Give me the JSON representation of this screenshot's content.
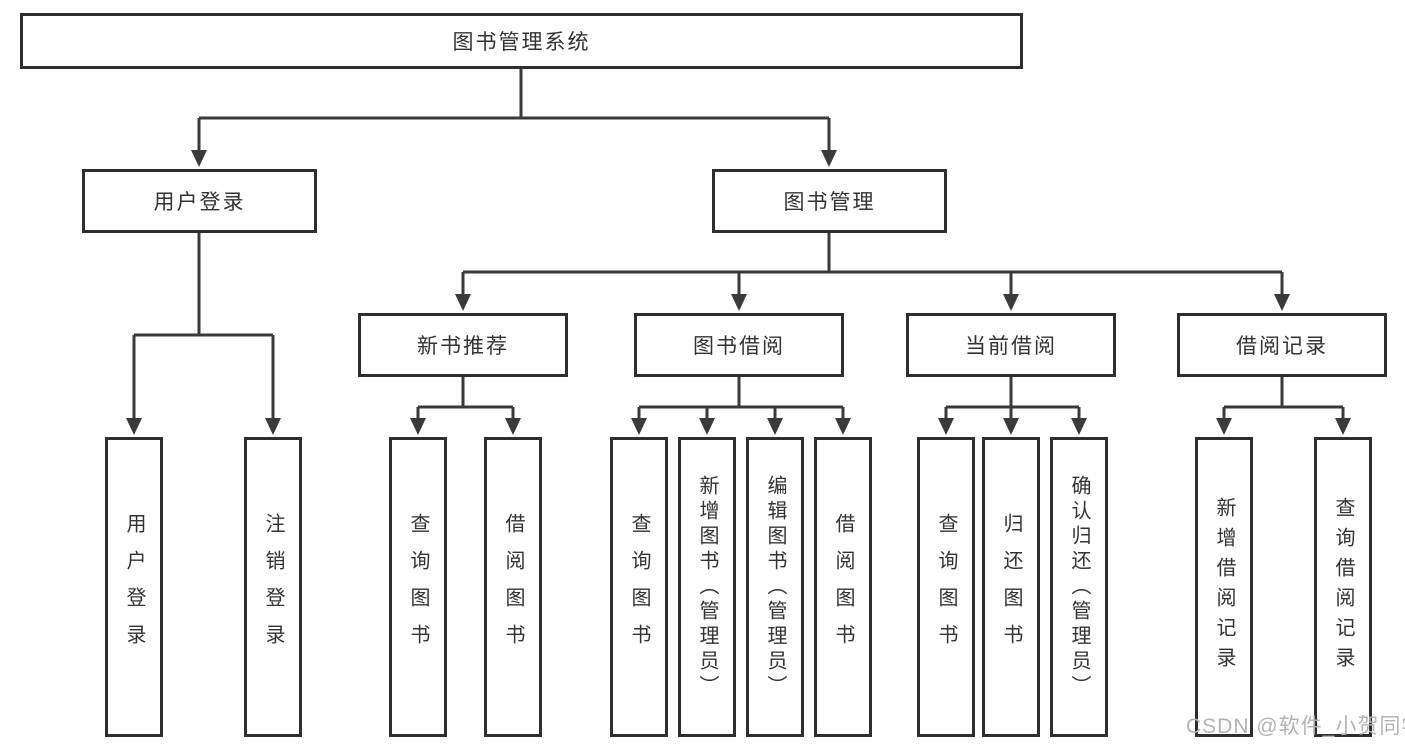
{
  "diagram_type": "hierarchy-tree",
  "colors": {
    "line": "#3a3a3a",
    "box_border": "#2e2e2e",
    "text": "#333333",
    "background": "#ffffff",
    "watermark": "#b3b3b3"
  },
  "tree": {
    "label": "图书管理系统",
    "children": [
      {
        "label": "用户登录",
        "children": [
          {
            "label": "用户登录"
          },
          {
            "label": "注销登录"
          }
        ]
      },
      {
        "label": "图书管理",
        "children": [
          {
            "label": "新书推荐",
            "children": [
              {
                "label": "查询图书"
              },
              {
                "label": "借阅图书"
              }
            ]
          },
          {
            "label": "图书借阅",
            "children": [
              {
                "label": "查询图书"
              },
              {
                "label": "新增图书（管理员）"
              },
              {
                "label": "编辑图书（管理员）"
              },
              {
                "label": "借阅图书"
              }
            ]
          },
          {
            "label": "当前借阅",
            "children": [
              {
                "label": "查询图书"
              },
              {
                "label": "归还图书"
              },
              {
                "label": "确认归还（管理员）"
              }
            ]
          },
          {
            "label": "借阅记录",
            "children": [
              {
                "label": "新增借阅记录"
              },
              {
                "label": "查询借阅记录"
              }
            ]
          }
        ]
      }
    ]
  },
  "watermark": {
    "text": "CSDN @软件_小贺同学"
  }
}
